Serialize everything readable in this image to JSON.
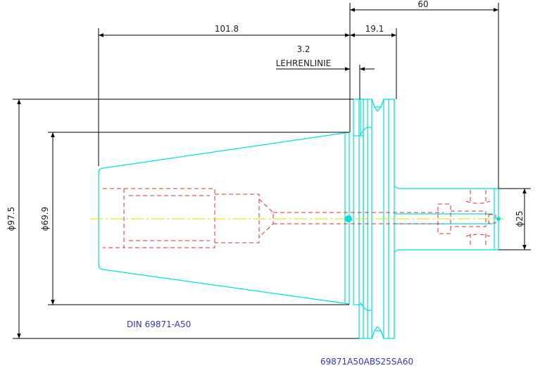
{
  "dimensions": {
    "overall_length": "60",
    "taper_length": "101.8",
    "flange_width": "19.1",
    "gauge_offset": "3.2",
    "gauge_line_label": "LEHRENLINIE",
    "flange_diameter": "ϕ97.5",
    "taper_diameter": "ϕ69.9",
    "shank_diameter": "ϕ25"
  },
  "labels": {
    "standard": "DIN 69871-A50",
    "part_number": "69871A50ABS25SA60"
  },
  "colors": {
    "outline": "#00dede",
    "hidden": "#e03030",
    "centerline": "#d8d800",
    "dimension": "#000000",
    "text_blue": "#3535c8"
  }
}
